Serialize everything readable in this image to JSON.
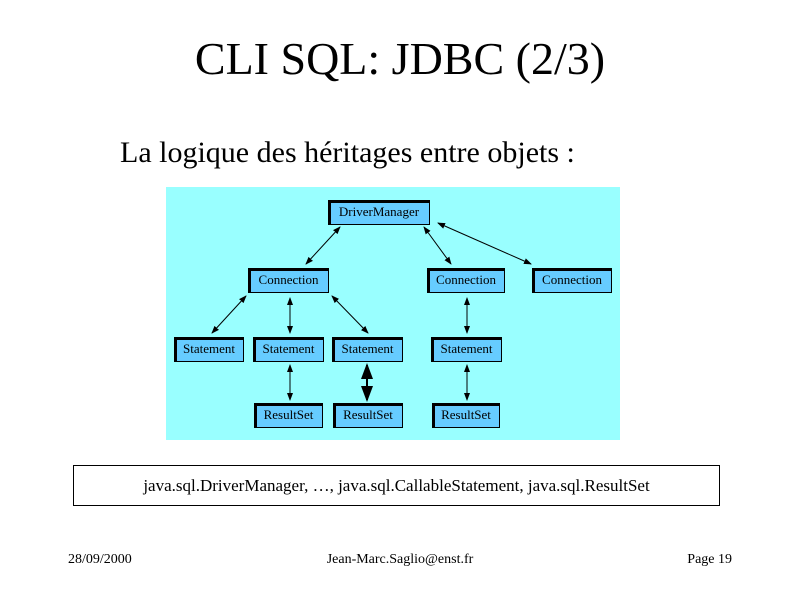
{
  "slide": {
    "title": "CLI SQL: JDBC (2/3)",
    "subtitle": "La logique des héritages entre objets :",
    "diagram": {
      "colors": {
        "background": "#99ffff",
        "box": "#66ccff"
      },
      "driver_manager": "DriverManager",
      "connections": [
        "Connection",
        "Connection",
        "Connection"
      ],
      "statements": [
        "Statement",
        "Statement",
        "Statement",
        "Statement"
      ],
      "result_sets": [
        "ResultSet",
        "ResultSet",
        "ResultSet"
      ]
    },
    "packages": "java.sql.DriverManager, …, java.sql.CallableStatement,  java.sql.ResultSet",
    "footer": {
      "date": "28/09/2000",
      "author": "Jean-Marc.Saglio@enst.fr",
      "page": "Page 19"
    }
  }
}
